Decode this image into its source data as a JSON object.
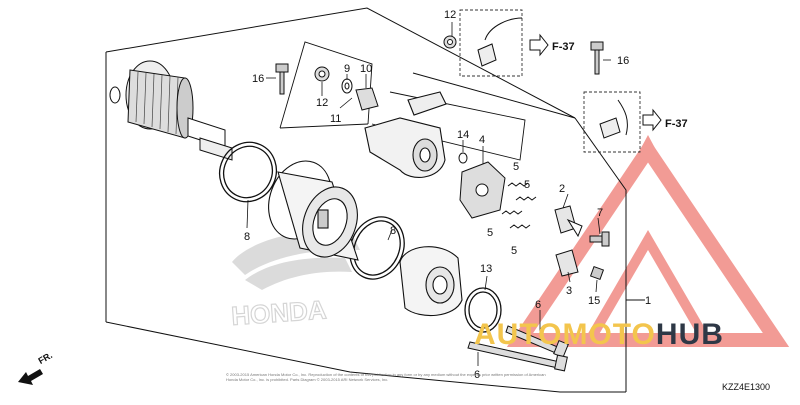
{
  "callouts": {
    "c1": "1",
    "c2": "2",
    "c3": "3",
    "c4": "4",
    "c5a": "5",
    "c5b": "5",
    "c5c": "5",
    "c5d": "5",
    "c6a": "6",
    "c6b": "6",
    "c7": "7",
    "c8a": "8",
    "c8b": "8",
    "c9": "9",
    "c10": "10",
    "c11": "11",
    "c12a": "12",
    "c12b": "12",
    "c13": "13",
    "c14": "14",
    "c15": "15",
    "c16a": "16",
    "c16b": "16"
  },
  "refs": {
    "f37a": "F-37",
    "f37b": "F-37"
  },
  "direction": "FR.",
  "part_code": "KZZ4E1300",
  "copyright": "© 2003-2015 American Honda Motor Co., Inc. Reproduction of the contents of this publication in any form or by any medium without the express prior written permission of American Honda Motor Co., Inc. is prohibited. Parts Diagram © 2003-2015 ARI Network Services, Inc.",
  "watermark": {
    "part1": "AUTOMOTO",
    "part2": "HUB"
  },
  "colors": {
    "watermark_red": "#e4443b",
    "watermark_gold": "#f3c54d",
    "watermark_dark": "#2e3846",
    "line": "#111111"
  }
}
